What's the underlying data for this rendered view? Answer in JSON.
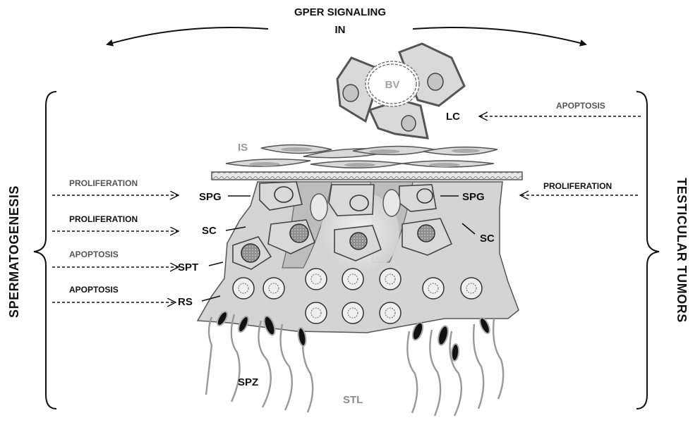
{
  "header": {
    "line1": "GPER SIGNALING",
    "line2": "IN"
  },
  "sides": {
    "left": "SPERMATOGENESIS",
    "right": "TESTICULAR TUMORS"
  },
  "tissue": {
    "bv": "BV",
    "lc": "LC",
    "is": "IS",
    "stl": "STL",
    "spz": "SPZ"
  },
  "cells": {
    "spg_left": "SPG",
    "sc_left": "SC",
    "spt": "SPT",
    "rs": "RS",
    "spg_right": "SPG",
    "sc_right": "SC"
  },
  "effects": {
    "left": [
      "PROLIFERATION",
      "PROLIFERATION",
      "APOPTOSIS",
      "APOPTOSIS"
    ],
    "right_lc": "APOPTOSIS",
    "right_spg": "PROLIFERATION"
  },
  "colors": {
    "ink": "#111111",
    "cell_fill": "#d9d9d9",
    "cell_edge": "#555555",
    "grey_text": "#8c8c8c",
    "dark_text": "#555555"
  }
}
